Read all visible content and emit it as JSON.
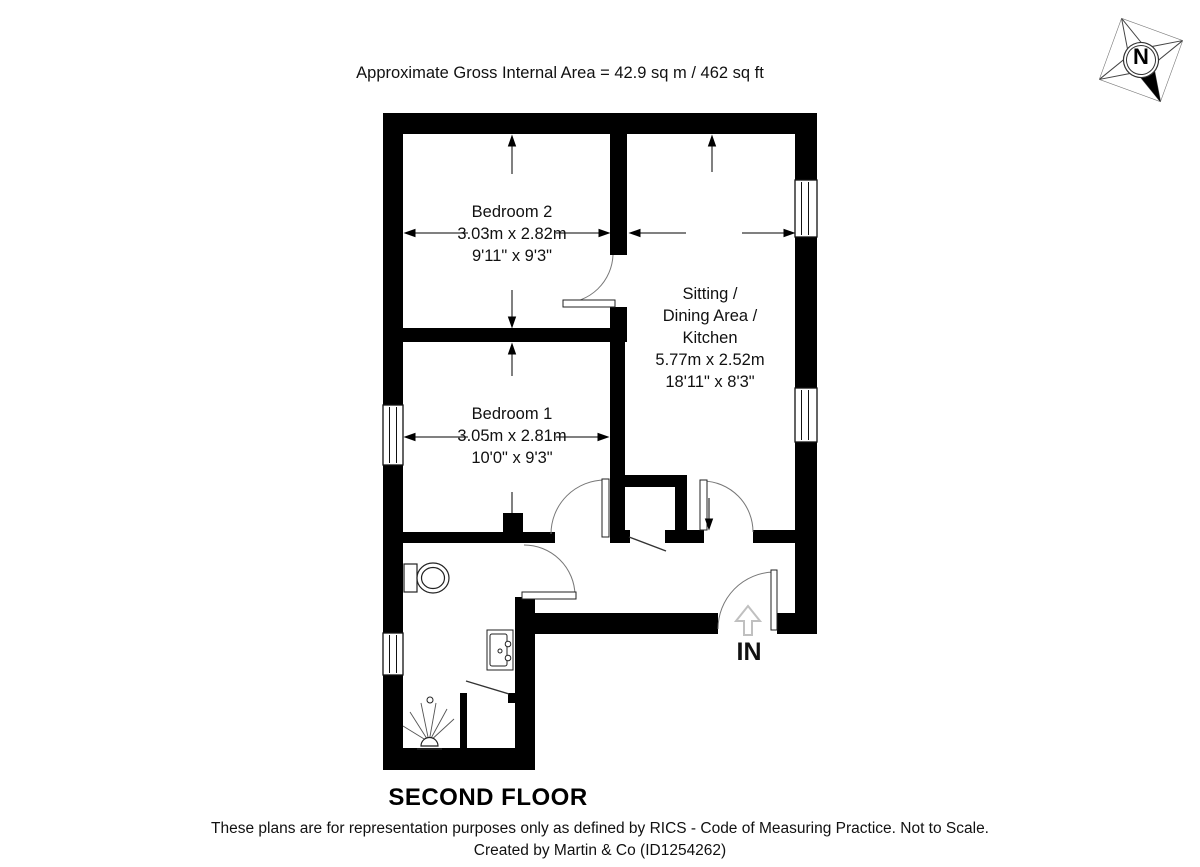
{
  "header": {
    "title": "Approximate Gross Internal Area = 42.9 sq m / 462 sq ft"
  },
  "compass": {
    "label": "N"
  },
  "rooms": {
    "bedroom2": {
      "name": "Bedroom 2",
      "metric": "3.03m x 2.82m",
      "imperial": "9'11\" x 9'3\""
    },
    "bedroom1": {
      "name": "Bedroom 1",
      "metric": "3.05m x 2.81m",
      "imperial": "10'0\" x 9'3\""
    },
    "sitting": {
      "line1": "Sitting /",
      "line2": "Dining Area /",
      "line3": "Kitchen",
      "metric": "5.77m x 2.52m",
      "imperial": "18'11\" x 8'3\""
    }
  },
  "entrance": {
    "label": "IN"
  },
  "floor": {
    "label": "SECOND FLOOR"
  },
  "footer": {
    "line1": "These plans are for representation purposes only as defined by RICS - Code of Measuring Practice. Not to Scale.",
    "line2": "Created by Martin & Co (ID1254262)"
  },
  "colors": {
    "wall": "#000000",
    "door_arc": "#777777",
    "entrance_arrow": "#c0c0c0"
  }
}
